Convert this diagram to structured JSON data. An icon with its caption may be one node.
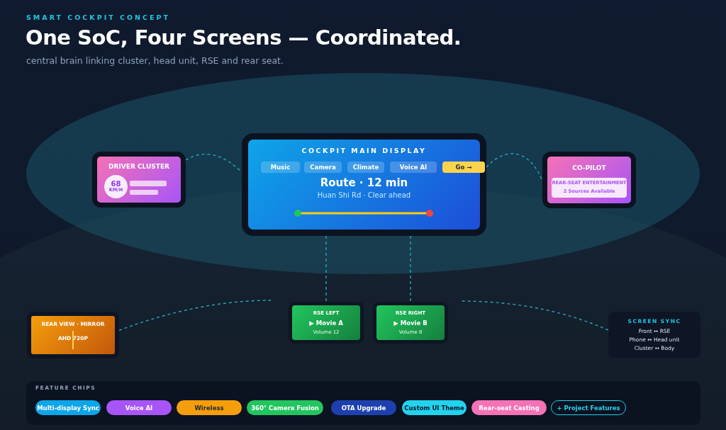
{
  "diagram": {
    "title": "One SoC, Four Screens — Coordinated.",
    "caption": "central brain linking cluster, head unit, RSE and rear seat.",
    "labels": [
      "SMART COCKPIT CONCEPT"
    ],
    "nodes": [
      {
        "text": [
          "DRIVER CLUSTER"
        ]
      },
      {
        "text": [
          "68",
          "KM/H"
        ],
        "in": 0
      },
      {
        "text": [
          "COCKPIT MAIN DISPLAY",
          "Route · 12 min",
          "Huan Shi Rd · Clear ahead"
        ]
      },
      {
        "text": [
          "Music"
        ],
        "in": 2
      },
      {
        "text": [
          "Camera"
        ],
        "in": 2
      },
      {
        "text": [
          "Climate"
        ],
        "in": 2
      },
      {
        "text": [
          "Voice AI"
        ],
        "in": 2
      },
      {
        "text": [
          "Go →"
        ],
        "in": 2
      },
      {
        "text": [
          "CO-PILOT"
        ]
      },
      {
        "text": [
          "REAR-SEAT ENTERTAINMENT",
          "2 Sources Available"
        ],
        "in": 8
      },
      {
        "text": [
          "REAR VIEW · MIRROR",
          "AHD 720P"
        ]
      },
      {
        "text": [
          "RSE LEFT",
          "▶ Movie A",
          "Volume 12"
        ]
      },
      {
        "text": [
          "RSE RIGHT",
          "▶ Movie B",
          "Volume 8"
        ]
      },
      {
        "text": [
          "SCREEN SYNC",
          "Front ↔ RSE",
          "Phone ↔ Head unit",
          "Cluster ↔ Body"
        ]
      },
      {
        "text": [
          "FEATURE CHIPS"
        ]
      },
      {
        "text": [
          "Multi-display Sync"
        ],
        "in": 14
      },
      {
        "text": [
          "Voice AI"
        ],
        "in": 14
      },
      {
        "text": [
          "Wireless"
        ],
        "in": 14
      },
      {
        "text": [
          "360° Camera Fusion"
        ],
        "in": 14
      },
      {
        "text": [
          "OTA Upgrade"
        ],
        "in": 14
      },
      {
        "text": [
          "Custom UI Theme"
        ],
        "in": 14
      },
      {
        "text": [
          "Rear-seat Casting"
        ],
        "in": 14
      },
      {
        "text": [
          "+ Project Features"
        ],
        "in": 14
      }
    ],
    "edges": [
      {
        "from": 0,
        "to": 2,
        "arrow": "none",
        "style": "dashed"
      },
      {
        "from": 2,
        "to": 8,
        "arrow": "none",
        "style": "dashed"
      },
      {
        "from": 2,
        "to": 11,
        "arrow": "none",
        "style": "dashed"
      },
      {
        "from": 2,
        "to": 12,
        "arrow": "none",
        "style": "dashed"
      },
      {
        "from": 10,
        "to": null,
        "arrow": "none",
        "style": "dashed"
      },
      {
        "from": 13,
        "to": null,
        "arrow": "none",
        "style": "dashed"
      }
    ]
  }
}
